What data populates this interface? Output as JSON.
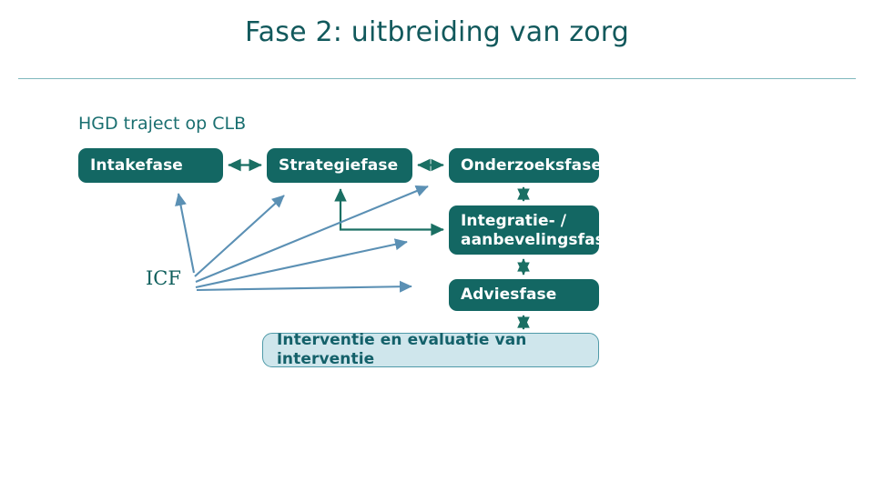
{
  "slide": {
    "title": "Fase 2: uitbreiding van zorg",
    "subtitle": "HGD traject op CLB",
    "background_color": "#ffffff",
    "title_color": "#12595c",
    "rule_color": "#7fb8bd"
  },
  "diagram": {
    "name": "HGD traject op CLB",
    "node_fill": "#136763",
    "node_text_color": "#ffffff",
    "light_node_fill": "#cfe6ec",
    "light_node_border": "#4f9aa8",
    "light_node_text_color": "#14616a",
    "connector_color": "#1a6f63",
    "icf_arrow_color": "#5b90b4",
    "nodes": [
      {
        "id": "intake",
        "label": "Intakefase"
      },
      {
        "id": "strategie",
        "label": "Strategiefase"
      },
      {
        "id": "onderzoek",
        "label": "Onderzoeksfase"
      },
      {
        "id": "integratie",
        "label_line1": "Integratie- /",
        "label_line2": "aanbevelingsfase"
      },
      {
        "id": "advies",
        "label": "Adviesfase"
      },
      {
        "id": "interventie",
        "label": "Interventie en evaluatie van interventie"
      }
    ],
    "icf_label": "ICF",
    "connectors": [
      {
        "from": "intake",
        "to": "strategie",
        "style": "double-arrow-horizontal"
      },
      {
        "from": "strategie",
        "to": "onderzoek",
        "style": "double-arrow-horizontal"
      },
      {
        "from": "onderzoek",
        "to": "integratie",
        "style": "double-arrow-vertical"
      },
      {
        "from": "integratie",
        "to": "advies",
        "style": "double-arrow-vertical"
      },
      {
        "from": "advies",
        "to": "interventie",
        "style": "double-arrow-vertical"
      },
      {
        "from": "integratie",
        "to": "strategie",
        "style": "elbow-arrow"
      }
    ],
    "icf_arrows": [
      {
        "to": "intake"
      },
      {
        "to": "strategie"
      },
      {
        "to": "onderzoek"
      },
      {
        "to": "integratie"
      },
      {
        "to": "advies"
      }
    ]
  }
}
